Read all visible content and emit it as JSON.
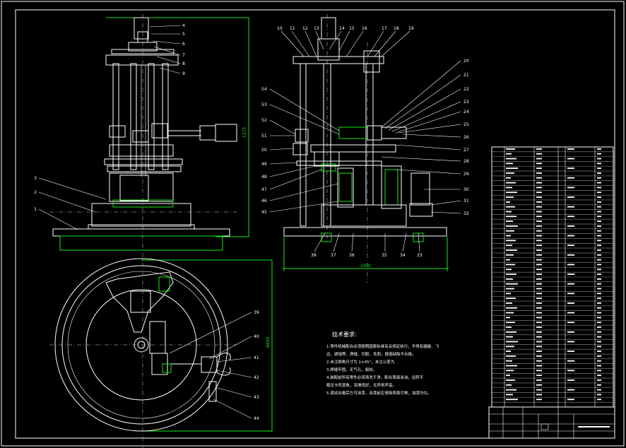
{
  "drawing": {
    "front_view_part_numbers": [
      "4",
      "5",
      "6",
      "7",
      "8",
      "9"
    ],
    "front_view_left_numbers": [
      "3",
      "2",
      "1"
    ],
    "front_view_height_dim": "1275",
    "side_view_top_numbers": [
      "10",
      "11",
      "12",
      "13",
      "14",
      "15",
      "16",
      "17",
      "18",
      "19"
    ],
    "side_view_right_numbers": [
      "20",
      "21",
      "22",
      "23",
      "24",
      "25",
      "26",
      "27",
      "28",
      "29",
      "30",
      "31",
      "32"
    ],
    "side_view_left_numbers": [
      "54",
      "53",
      "52",
      "51",
      "50",
      "49",
      "48",
      "47",
      "46",
      "45"
    ],
    "side_view_bottom_numbers": [
      "38",
      "37",
      "36",
      "35",
      "34",
      "33"
    ],
    "side_view_width_dim": "1000",
    "plan_view_numbers": [
      "39",
      "40",
      "41",
      "42",
      "43",
      "44"
    ],
    "plan_view_dim": "8800"
  },
  "notes": {
    "title": "技术要求:",
    "lines": [
      "1.零件机械配合必须按照国家标准有关规定执行，不得有磕碰、飞",
      "边、锈蚀等，焊缝、切割、毛刺，铸造缺陷不合格。",
      "2.未注倒角尺寸为 1×45°，未注公差为",
      "3.焊缝牢固，无气孔，裂纹。",
      "4.装配前所有零件必须清洗干净，配合表面涂油，运转平",
      "稳无卡死现象，润滑良好，无异常声音。",
      "5.调试合格后方可涂漆，涂漆前应清除表面污物，油漆均匀。"
    ]
  },
  "colors": {
    "background": "#000000",
    "lines": "#ffffff",
    "dimensions": "#19e619"
  }
}
